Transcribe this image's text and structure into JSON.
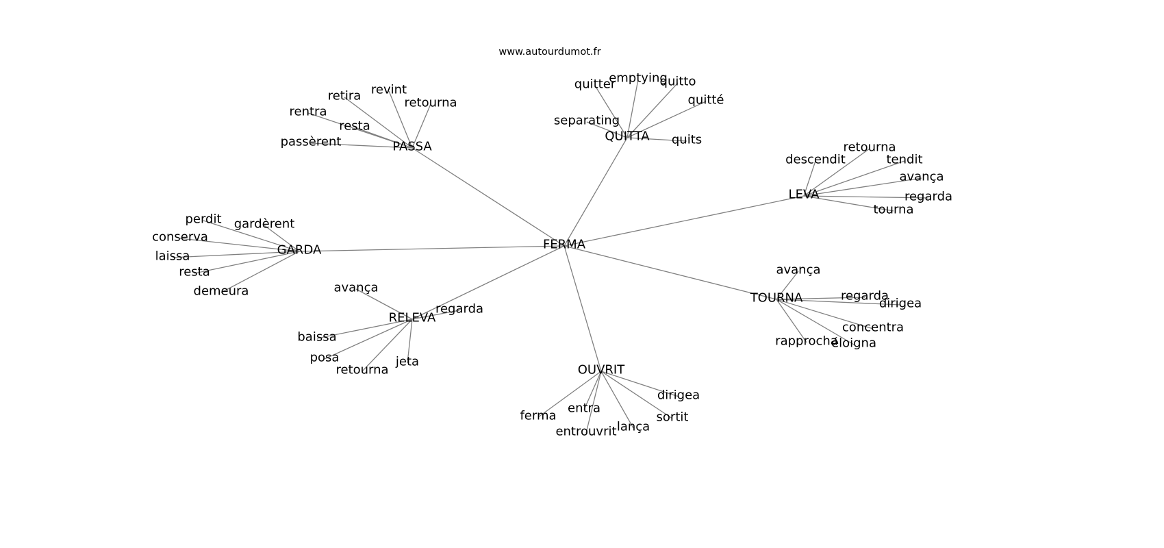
{
  "title": "www.autourdumot.fr",
  "graph": {
    "center": "FERMA",
    "edge_color": "#808080",
    "clusters": [
      {
        "hub": "PASSA",
        "leaves": [
          "retira",
          "revint",
          "retourna",
          "rentra",
          "resta",
          "passèrent"
        ]
      },
      {
        "hub": "QUITTA",
        "leaves": [
          "quitter",
          "emptying",
          "quitto",
          "quitté",
          "separating",
          "quits"
        ]
      },
      {
        "hub": "LEVA",
        "leaves": [
          "descendit",
          "retourna",
          "tendit",
          "avança",
          "regarda",
          "tourna"
        ]
      },
      {
        "hub": "GARDA",
        "leaves": [
          "perdit",
          "gardèrent",
          "conserva",
          "laissa",
          "resta",
          "demeura"
        ]
      },
      {
        "hub": "TOURNA",
        "leaves": [
          "avança",
          "regarda",
          "dirigea",
          "concentra",
          "rapprocha",
          "éloigna"
        ]
      },
      {
        "hub": "RELEVA",
        "leaves": [
          "avança",
          "regarda",
          "baissa",
          "posa",
          "retourna",
          "jeta"
        ]
      },
      {
        "hub": "OUVRIT",
        "leaves": [
          "dirigea",
          "entra",
          "ferma",
          "sortit",
          "lança",
          "entrouvrit"
        ]
      }
    ]
  }
}
